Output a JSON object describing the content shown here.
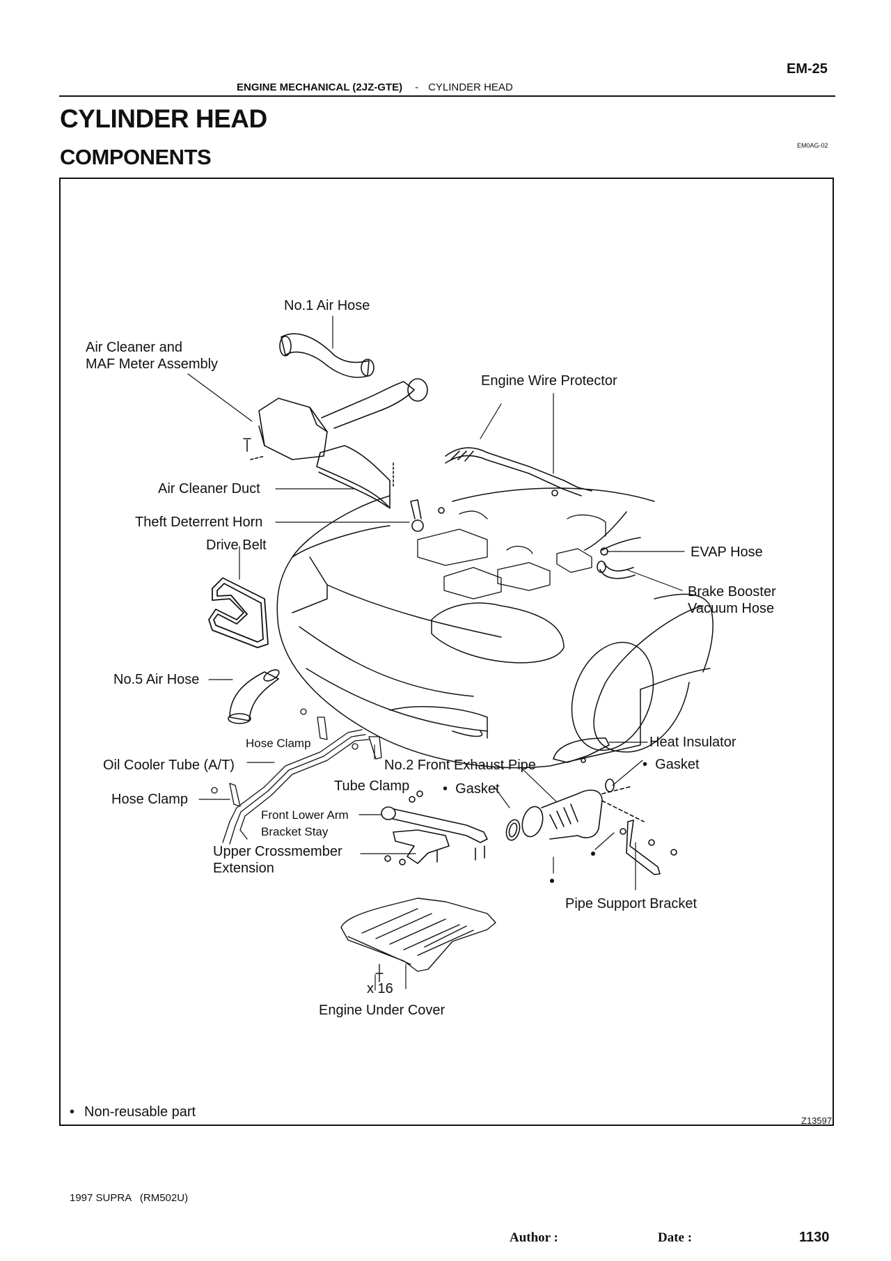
{
  "page": {
    "code": "EM-25",
    "section_bold": "ENGINE MECHANICAL (2JZ-GTE)",
    "section_separator": "-",
    "section_topic": "CYLINDER HEAD",
    "title": "CYLINDER HEAD",
    "subtitle": "COMPONENTS",
    "doc_id": "EM0AG-02"
  },
  "diagram": {
    "figure_id": "Z13597",
    "legend": {
      "symbol": "•",
      "text": "Non-reusable part"
    },
    "labels": {
      "no1_air_hose": "No.1 Air Hose",
      "air_cleaner_1": "Air Cleaner and",
      "air_cleaner_2": "MAF Meter Assembly",
      "engine_wire_protector": "Engine Wire Protector",
      "air_cleaner_duct": "Air Cleaner Duct",
      "theft_deterrent_horn": "Theft Deterrent Horn",
      "drive_belt": "Drive Belt",
      "evap_hose": "EVAP Hose",
      "brake_booster_1": "Brake Booster",
      "brake_booster_2": "Vacuum Hose",
      "no5_air_hose": "No.5 Air Hose",
      "hose_clamp_upper": "Hose Clamp",
      "heat_insulator": "Heat Insulator",
      "gasket_right": "Gasket",
      "oil_cooler_tube": "Oil Cooler Tube (A/T)",
      "no2_front_exhaust_pipe": "No.2 Front Exhaust Pipe",
      "tube_clamp": "Tube Clamp",
      "gasket_middle": "Gasket",
      "hose_clamp_lower": "Hose Clamp",
      "front_lower_arm_1": "Front Lower Arm",
      "front_lower_arm_2": "Bracket Stay",
      "upper_crossmember_1": "Upper Crossmember",
      "upper_crossmember_2": "Extension",
      "pipe_support_bracket": "Pipe Support Bracket",
      "bolt_count": "x 16",
      "engine_under_cover": "Engine Under Cover",
      "bullet": "•"
    }
  },
  "footer": {
    "model": "1997 SUPRA   (RM502U)",
    "author_label": "Author :",
    "date_label": "Date :",
    "page_number": "1130"
  }
}
